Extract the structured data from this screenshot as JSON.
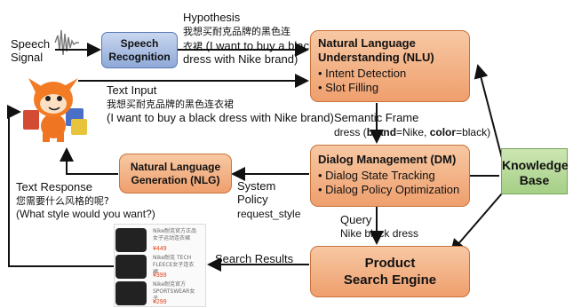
{
  "speech_input": {
    "line1": "Speech",
    "line2": "Signal"
  },
  "asr": {
    "line1": "Speech",
    "line2": "Recognition"
  },
  "hypothesis": {
    "title": "Hypothesis",
    "chinese_a": "我想买耐克品牌的黑色连",
    "chinese_b": "衣裙",
    "english_a": " (I want to buy a black",
    "english_b": "dress with Nike brand)"
  },
  "nlu": {
    "line1": "Natural Language",
    "line2": "Understanding (NLU)",
    "bullets": [
      "Intent Detection",
      "Slot Filling"
    ]
  },
  "text_input": {
    "title": "Text Input",
    "chinese": "我想买耐克品牌的黑色连衣裙",
    "english": "(I want to buy a black dress with Nike brand)"
  },
  "semantic_frame": {
    "title": "Semantic Frame",
    "prefix": "dress (",
    "slot1_key": "brand",
    "slot1_val": "=Nike, ",
    "slot2_key": "color",
    "slot2_val": "=black)"
  },
  "dm": {
    "line1": "Dialog Management (DM)",
    "bullets": [
      "Dialog State Tracking",
      "Dialog Policy Optimization"
    ]
  },
  "nlg": {
    "line1": "Natural Language",
    "line2": "Generation (NLG)"
  },
  "system_policy": {
    "line1": "System",
    "line2": "Policy",
    "value": "request_style"
  },
  "text_response": {
    "title": "Text Response",
    "chinese": "您需要什么风格的呢?",
    "english": "(What style would you want?)"
  },
  "knowledge_base": {
    "line1": "Knowledge",
    "line2": "Base"
  },
  "query": {
    "title": "Query",
    "value": "Nike black dress"
  },
  "search_results": {
    "label": "Search Results"
  },
  "search_engine": {
    "line1": "Product",
    "line2": "Search Engine"
  },
  "products": [
    {
      "name": "Nike耐克官方正品女子运动连衣裙",
      "price": "¥449"
    },
    {
      "name": "Nike耐克 TECH FLEECE女子连衣裙",
      "price": "¥399"
    },
    {
      "name": "Nike耐克官方 SPORTSWEAR女子",
      "price": "¥299"
    }
  ],
  "colors": {
    "orange_box": "#ef9f6d",
    "blue_box": "#8fa9d8",
    "green_box": "#a5cf86"
  },
  "icons": {
    "mascot": "cartoon-mascot-shopping"
  }
}
